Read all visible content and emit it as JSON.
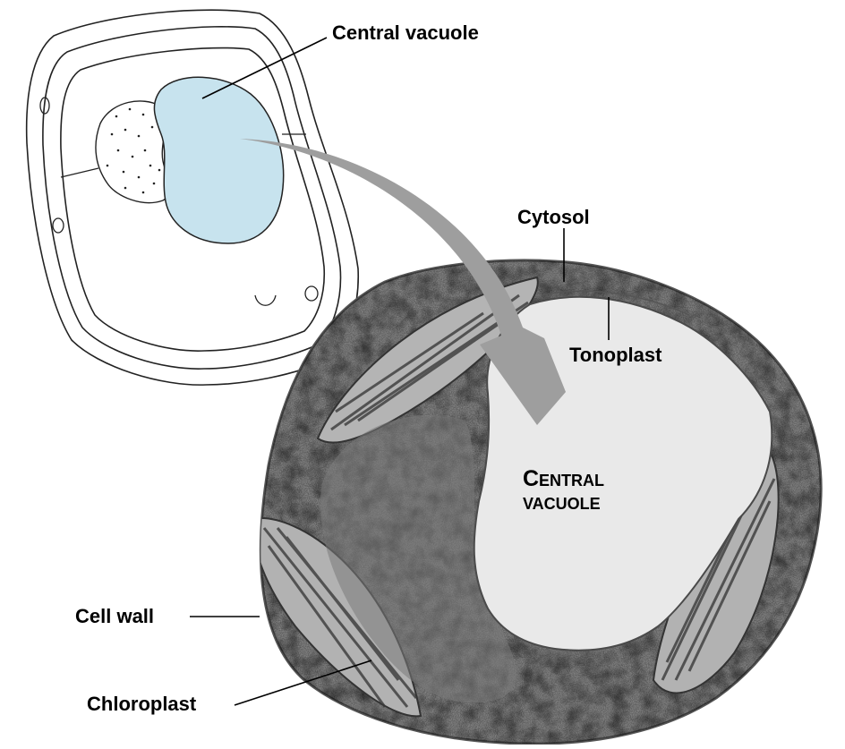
{
  "labels": {
    "central_vacuole": "Central vacuole",
    "cytosol": "Cytosol",
    "tonoplast": "Tonoplast",
    "central_vacuole_micro_line1": "Central",
    "central_vacuole_micro_line2": "vacuole",
    "cell_wall": "Cell wall",
    "chloroplast": "Chloroplast"
  },
  "colors": {
    "vacuole_fill": "#c7e3ee",
    "micrograph_gray": "#9a9a9a",
    "arrow_gray": "#9e9e9e"
  }
}
